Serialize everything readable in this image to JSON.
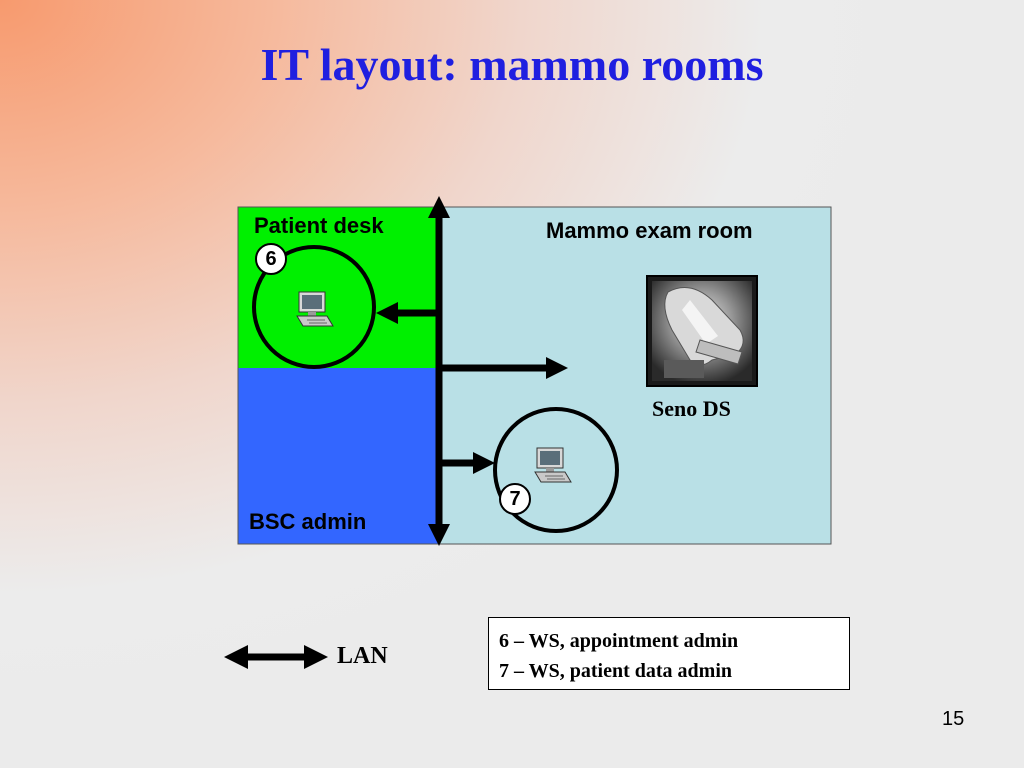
{
  "slide": {
    "title": "IT layout: mammo rooms",
    "page_number": "15"
  },
  "rooms": {
    "patient_desk": {
      "label": "Patient desk",
      "color": "#00f000"
    },
    "bsc_admin": {
      "label": "BSC admin",
      "color": "#3366ff"
    },
    "exam_room": {
      "label": "Mammo exam room",
      "color": "#b9e0e6"
    }
  },
  "workstations": [
    {
      "number": "6",
      "icon": "computer-icon"
    },
    {
      "number": "7",
      "icon": "computer-icon"
    }
  ],
  "device": {
    "label": "Seno DS",
    "icon": "mammography-device-image"
  },
  "lan": {
    "label": "LAN",
    "icon": "double-arrow-icon"
  },
  "legend": {
    "items": [
      "6 – WS, appointment admin",
      "7 – WS, patient data admin"
    ]
  }
}
